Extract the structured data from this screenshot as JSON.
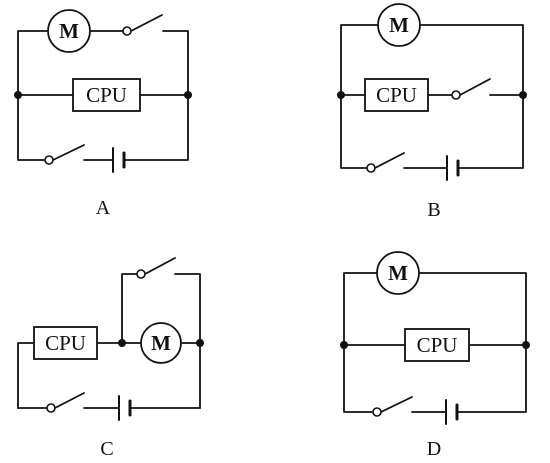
{
  "components": {
    "motor_symbol": "M",
    "cpu_label": "CPU"
  },
  "options": [
    {
      "label": "A",
      "layout": "switch in series with motor; CPU in parallel; main switch and battery in trunk"
    },
    {
      "label": "B",
      "layout": "motor alone in one branch; switch in series with CPU; main switch and battery in trunk"
    },
    {
      "label": "C",
      "layout": "CPU in series with motor; switch across motor; main switch and battery"
    },
    {
      "label": "D",
      "layout": "motor and CPU in parallel branches; main switch and battery in trunk"
    }
  ]
}
